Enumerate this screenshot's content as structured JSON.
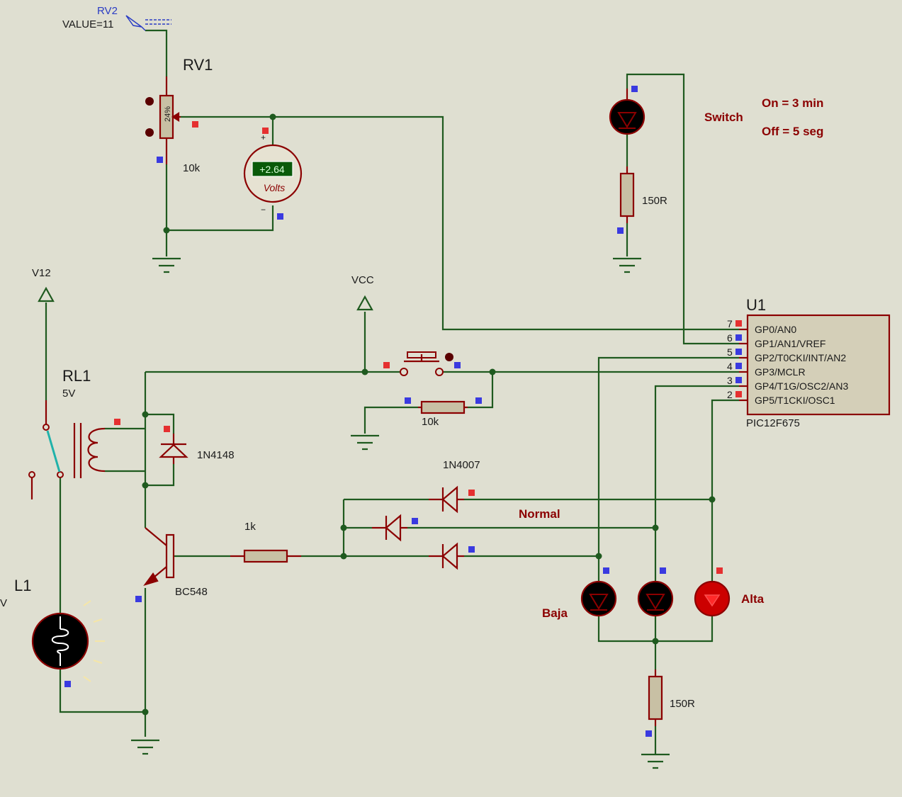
{
  "labels": {
    "rv2_name": "RV2",
    "rv2_value": "VALUE=11",
    "rv1_name": "RV1",
    "rv1_value": "10k",
    "rv1_percent": "24%",
    "voltmeter_reading": "+2.64",
    "voltmeter_unit": "Volts",
    "v12": "V12",
    "vcc": "VCC",
    "rl1_name": "RL1",
    "rl1_value": "5V",
    "diode_1n4148": "1N4148",
    "diode_1n4007": "1N4007",
    "res_10k_pull": "10k",
    "res_1k": "1k",
    "transistor": "BC548",
    "lamp_name": "L1",
    "lamp_value": "V",
    "res_150r_top": "150R",
    "res_150r_bottom": "150R",
    "u1_name": "U1",
    "u1_part": "PIC12F675",
    "switch_label": "Switch",
    "on_time": "On = 3 min",
    "off_time": "Off = 5 seg",
    "normal": "Normal",
    "baja": "Baja",
    "alta": "Alta"
  },
  "u1_pins": [
    {
      "num": "7",
      "name": "GP0/AN0"
    },
    {
      "num": "6",
      "name": "GP1/AN1/VREF"
    },
    {
      "num": "5",
      "name": "GP2/T0CKI/INT/AN2"
    },
    {
      "num": "4",
      "name": "GP3/MCLR"
    },
    {
      "num": "3",
      "name": "GP4/T1G/OSC2/AN3"
    },
    {
      "num": "2",
      "name": "GP5/T1CKI/OSC1"
    }
  ],
  "colors": {
    "background": "#dfdfd1",
    "wire": "#1f5a1f",
    "component": "#8b0000",
    "resistor_body": "#c8c0a4",
    "ic_body": "#d4cfb8",
    "probe_red": "#e53030",
    "probe_blue": "#3a3ae0",
    "voltmeter_display": "#0a5a0a",
    "led_alta_on": "#cc0000",
    "led_off": "#000000"
  }
}
